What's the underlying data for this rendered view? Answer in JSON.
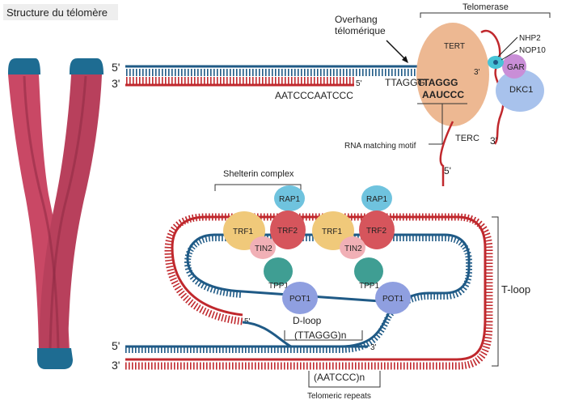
{
  "title": "Structure du télomère",
  "labels": {
    "five_prime": "5'",
    "three_prime": "3'",
    "overhang_line1": "Overhang",
    "overhang_line2": "télomérique",
    "telomerase": "Telomerase",
    "tert": "TERT",
    "nhp2": "NHP2",
    "nop10": "NOP10",
    "gar": "GAR",
    "dkc1": "DKC1",
    "ttaggg_prefix": "TTAGGG",
    "ttaggg_bold": "TTAGGG",
    "aauccc": "AAUCCC",
    "aatccc": "AATCCCAATCCC",
    "rna_motif": "RNA matching motif",
    "terc": "TERC",
    "shelterin": "Shelterin complex",
    "rap1": "RAP1",
    "trf1": "TRF1",
    "trf2": "TRF2",
    "tin2": "TIN2",
    "tpp1": "TPP1",
    "pot1": "POT1",
    "dloop": "D-loop",
    "ttaggg_n": "(TTAGGG)n",
    "aatccc_n": "(AATCCC)n",
    "tloop": "T-loop",
    "repeats": "Telomeric repeats"
  },
  "colors": {
    "blue_strand": "#1f5a86",
    "red_strand": "#c0282d",
    "chromosome": "#c94865",
    "chromosome_cap": "#1e6c92",
    "tert": "#edb892",
    "rap1": "#6fc3de",
    "trf1": "#f0c97a",
    "trf2": "#d6555c",
    "tin2": "#f1b0b6",
    "tpp1": "#3f9e93",
    "pot1": "#8f9fe0",
    "gar": "#c98ed7",
    "dkc1": "#a8c2ec",
    "nhp2": "#47c3d6"
  }
}
